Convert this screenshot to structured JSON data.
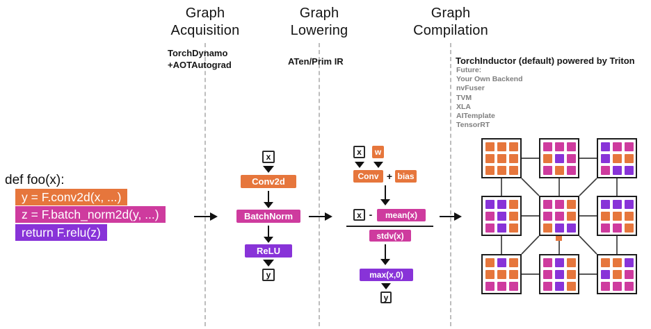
{
  "colors": {
    "orange": "#E6763C",
    "magenta": "#CE3B9E",
    "purple": "#8833D8",
    "text": "#1a1a1a",
    "muted_gray": "#7f7f7f"
  },
  "columns": [
    {
      "title_line1": "Graph",
      "title_line2": "Acquisition",
      "sublabel_lines": [
        "TorchDynamo",
        "+AOTAutograd"
      ]
    },
    {
      "title_line1": "Graph",
      "title_line2": "Lowering",
      "sublabel_lines": [
        "ATen/Prim IR"
      ]
    },
    {
      "title_line1": "Graph",
      "title_line2": "Compilation",
      "sublabel_lines": [
        "TorchInductor (default) powered by Triton"
      ],
      "future_label": "Future:",
      "future_backends": [
        "Your Own Backend",
        "nvFuser",
        "TVM",
        "XLA",
        "AITemplate",
        "TensorRT"
      ]
    }
  ],
  "code": {
    "def_line": "def foo(x):",
    "lines": [
      {
        "text": "y = F.conv2d(x, ...)",
        "color": "orange"
      },
      {
        "text": "z = F.batch_norm2d(y, ...)",
        "color": "magenta"
      },
      {
        "text": "return F.relu(z)",
        "color": "purple"
      }
    ]
  },
  "acquisition_flow": {
    "input": "x",
    "nodes": [
      {
        "label": "Conv2d",
        "color": "orange"
      },
      {
        "label": "BatchNorm",
        "color": "magenta"
      },
      {
        "label": "ReLU",
        "color": "purple"
      }
    ],
    "output": "y"
  },
  "lowering_flow": {
    "input_x": "x",
    "input_w": "w",
    "w_color": "orange",
    "conv_label": "Conv",
    "conv_color": "orange",
    "plus_sign": "+",
    "bias_label": "bias",
    "bias_color": "orange",
    "numerator_x": "x",
    "minus_sign": "-",
    "mean_label": "mean(x)",
    "mean_color": "magenta",
    "stdv_label": "stdv(x)",
    "stdv_color": "magenta",
    "max_label": "max(x,0)",
    "max_color": "purple",
    "output": "y"
  },
  "compilation_grid": {
    "node_names": [
      "top-left",
      "top-middle",
      "top-right",
      "middle-left",
      "center",
      "middle-right",
      "bottom-left",
      "bottom-middle",
      "bottom-right"
    ],
    "boxes": [
      [
        "O",
        "O",
        "O",
        "O",
        "O",
        "O",
        "O",
        "O",
        "O"
      ],
      [
        "M",
        "M",
        "M",
        "O",
        "P",
        "M",
        "M",
        "O",
        "M"
      ],
      [
        "P",
        "M",
        "M",
        "P",
        "O",
        "O",
        "M",
        "P",
        "P"
      ],
      [
        "P",
        "P",
        "O",
        "M",
        "P",
        "O",
        "M",
        "P",
        "O"
      ],
      [
        "M",
        "M",
        "O",
        "M",
        "M",
        "O",
        "O",
        "P",
        "P"
      ],
      [
        "P",
        "P",
        "P",
        "O",
        "O",
        "O",
        "M",
        "M",
        "O"
      ],
      [
        "O",
        "P",
        "O",
        "O",
        "O",
        "O",
        "M",
        "M",
        "M"
      ],
      [
        "M",
        "P",
        "O",
        "M",
        "P",
        "O",
        "M",
        "P",
        "O"
      ],
      [
        "O",
        "O",
        "P",
        "P",
        "O",
        "M",
        "M",
        "M",
        "M"
      ]
    ]
  }
}
